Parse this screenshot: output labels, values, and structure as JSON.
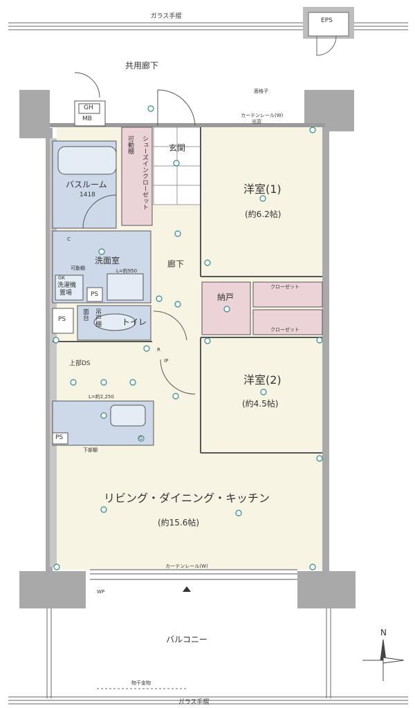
{
  "labels": {
    "top_railing": "ガラス手摺",
    "eps": "EPS",
    "corridor": "共用廊下",
    "gh": "GH",
    "mb": "MB",
    "lattice": "面格子",
    "curtain_w": "カーテンレール(W)",
    "window": "出窓",
    "movable_shelf_top": "可動棚",
    "shoes_closet": "シューズインクローゼット",
    "entrance": "玄関",
    "western1": "洋室(1)",
    "western1_size": "(約6.2帖)",
    "bathroom": "バスルーム",
    "bathroom_size": "1418",
    "washroom": "洗面室",
    "movable_shelf": "可動棚",
    "l950": "L=約950",
    "gk": "GK",
    "washer": "洗濯機",
    "washer2": "置場",
    "hallway": "廊下",
    "storage": "納戸",
    "closet1": "クローゼット",
    "closet2": "クローゼット",
    "ps": "PS",
    "face_counter": "面台",
    "hanging_shelf": "吊戸棚",
    "toilet": "トイレ",
    "upper_ds": "上部DS",
    "western2": "洋室(2)",
    "western2_size": "(約4.5帖)",
    "l2250": "L=約2,250",
    "lower_shelf": "下部棚",
    "ldk": "リビング・ダイニング・キッチン",
    "ldk_size": "(約15.6帖)",
    "curtain_w2": "カーテンレール(W)",
    "balcony": "バルコニー",
    "drying": "物干金物",
    "bottom_railing": "ガラス手摺",
    "north": "N",
    "r": "R",
    "ip": "IP",
    "c": "C",
    "g": "G",
    "wp": "WP"
  },
  "colors": {
    "wall": "#a9a9a9",
    "room": "#f7f4e3",
    "wet": "#cdd9e8",
    "closet": "#ecd3d8",
    "line": "#555555"
  }
}
